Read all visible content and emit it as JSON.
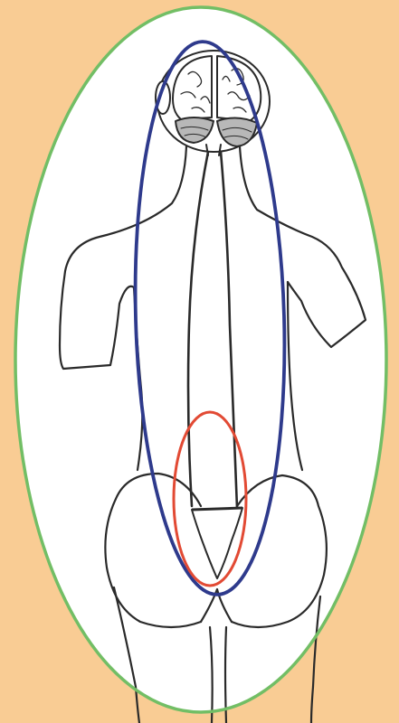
{
  "colors": {
    "background": "#F9CC94",
    "paper": "#FFFFFF",
    "outline": "#2A2A2A",
    "green_ellipse": "#72BE65",
    "blue_ellipse": "#2E3A8C",
    "red_ellipse": "#E24A34",
    "brain_shade": "#B8B8B8"
  },
  "diagram": {
    "subject": "posterior-view-body-with-brain-and-spinal-cord",
    "ellipses": [
      {
        "name": "whole-body-ellipse",
        "color_key": "green_ellipse"
      },
      {
        "name": "central-nervous-system-ellipse",
        "color_key": "blue_ellipse"
      },
      {
        "name": "sacral-region-ellipse",
        "color_key": "red_ellipse"
      }
    ]
  }
}
